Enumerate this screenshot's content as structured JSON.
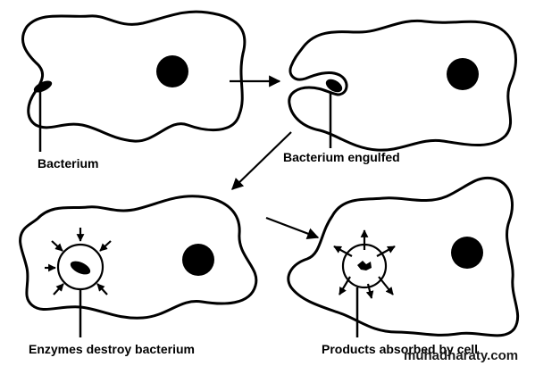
{
  "labels": {
    "bacterium": "Bacterium",
    "engulfed": "Bacterium engulfed",
    "enzymes": "Enzymes destroy bacterium",
    "products": "Products absorbed by cell"
  },
  "watermark": "muhadharaty.com"
}
